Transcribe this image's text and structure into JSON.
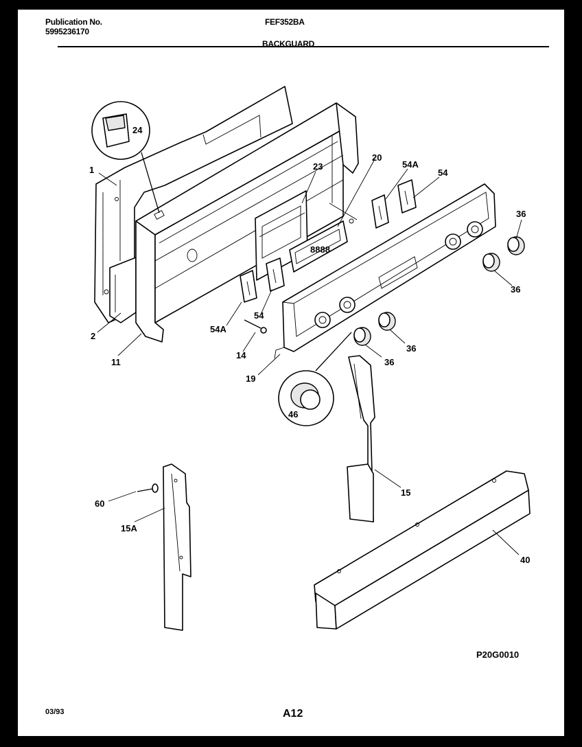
{
  "header": {
    "publication_label": "Publication No.",
    "publication_number": "5995236170",
    "model": "FEF352BA",
    "section": "BACKGUARD"
  },
  "callouts": {
    "c24": "24",
    "c1": "1",
    "c23": "23",
    "c20": "20",
    "c54A_top": "54A",
    "c54_top": "54",
    "c36_a": "36",
    "c36_b": "36",
    "c36_c": "36",
    "c36_d": "36",
    "c2": "2",
    "c11": "11",
    "c54A_left": "54A",
    "c54_left": "54",
    "c14": "14",
    "c19": "19",
    "c46": "46",
    "c60": "60",
    "c15A": "15A",
    "c15": "15",
    "c40": "40"
  },
  "footer": {
    "diagram_code": "P20G0010",
    "date": "03/93",
    "page": "A12"
  }
}
